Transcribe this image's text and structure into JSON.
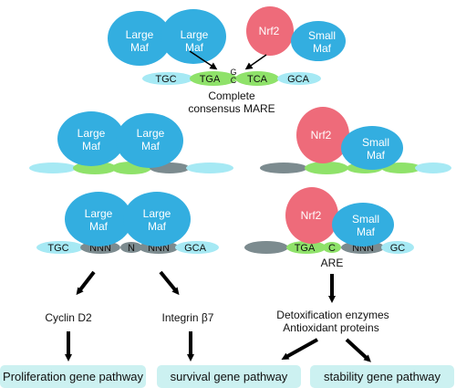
{
  "colors": {
    "large_maf": "#33aee0",
    "small_maf": "#33aee0",
    "nrf2": "#ee6b7a",
    "dna_cyan": "#a6e9f4",
    "dna_green": "#8fe26a",
    "dna_gray": "#7c8b8f",
    "pathway_box": "#ccf1f1",
    "arrow": "#000000"
  },
  "proteins": {
    "large_maf": [
      "Large",
      "Maf"
    ],
    "small_maf": [
      "Small",
      "Maf"
    ],
    "nrf2": "Nrf2"
  },
  "top_dna": {
    "segments": [
      "TGC",
      "TGA",
      "TCA",
      "GCA"
    ],
    "center_top": "G",
    "center_bottom": "C",
    "caption": [
      "Complete",
      "consensus MARE"
    ]
  },
  "left_dna": {
    "segments": [
      "TGC",
      "NNN",
      "N",
      "NNN",
      "GCA"
    ]
  },
  "right_dna": {
    "segments": [
      "TGA",
      "C",
      "NNN",
      "GC"
    ],
    "label": "ARE"
  },
  "targets": {
    "cyclin": "Cyclin D2",
    "integrin": "Integrin β7",
    "detox": [
      "Detoxification enzymes",
      "Antioxidant proteins"
    ]
  },
  "pathways": [
    "Proliferation gene pathway",
    "survival gene pathway",
    "stability gene pathway"
  ]
}
